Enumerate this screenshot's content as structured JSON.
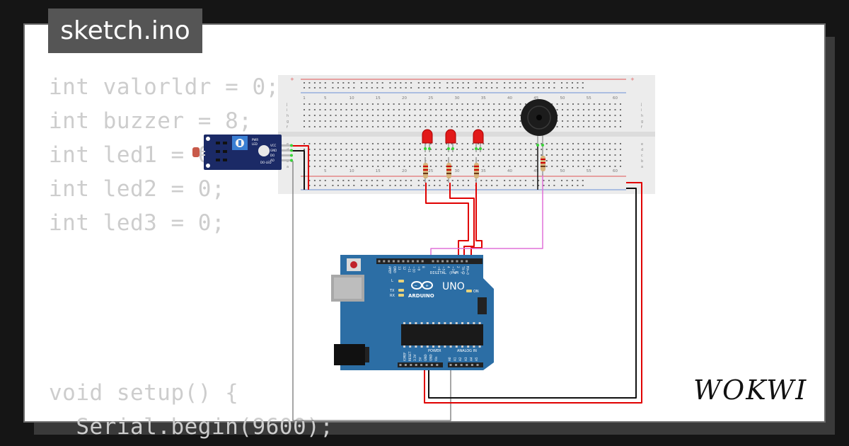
{
  "file_tab": {
    "name": "sketch.ino"
  },
  "code": {
    "lines": [
      "int valorldr = 0;",
      "int buzzer = 8;",
      "int led1 = 0;",
      "int led2 = 0;",
      "int led3 = 0;",
      "",
      "",
      "",
      "",
      "void setup() {",
      "  Serial.begin(9600);"
    ]
  },
  "breadboard": {
    "column_numbers": [
      "1",
      "5",
      "10",
      "15",
      "20",
      "25",
      "30",
      "35",
      "40",
      "45",
      "50",
      "55",
      "60"
    ],
    "row_letters_top": [
      "j",
      "i",
      "h",
      "g",
      "f"
    ],
    "row_letters_bottom": [
      "e",
      "d",
      "c",
      "b",
      "a"
    ]
  },
  "ldr_module": {
    "pin_labels": [
      "VCC",
      "GND",
      "DO",
      "AO"
    ],
    "led_labels": [
      "PWR",
      "LED",
      "DO-LED"
    ]
  },
  "arduino": {
    "brand": "ARDUINO",
    "model": "UNO",
    "digital_label": "DIGITAL (PWM ~)",
    "power_label": "POWER",
    "analog_label": "ANALOG IN",
    "on_label": "ON",
    "l_label": "L",
    "tx_label": "TX",
    "rx_label": "RX",
    "digital_pins": [
      "AREF",
      "GND",
      "13",
      "12",
      "~11",
      "~10",
      "~9",
      "8",
      "7",
      "~6",
      "~5",
      "4",
      "~3",
      "2",
      "TX→1",
      "RX←0"
    ],
    "power_pins": [
      "IOREF",
      "RESET",
      "3.3V",
      "5V",
      "GND",
      "GND",
      "Vin"
    ],
    "analog_pins": [
      "A0",
      "A1",
      "A2",
      "A3",
      "A4",
      "A5"
    ]
  },
  "logo": {
    "text": "WOKWI"
  },
  "colors": {
    "background": "#151515",
    "card": "#ffffff",
    "tab": "#555555",
    "code_text": "#cdcdcd",
    "arduino_board": "#2c6ea5",
    "wire_red": "#e00000",
    "wire_black": "#111111",
    "wire_gray": "#888888",
    "wire_pink": "#e070d8"
  }
}
